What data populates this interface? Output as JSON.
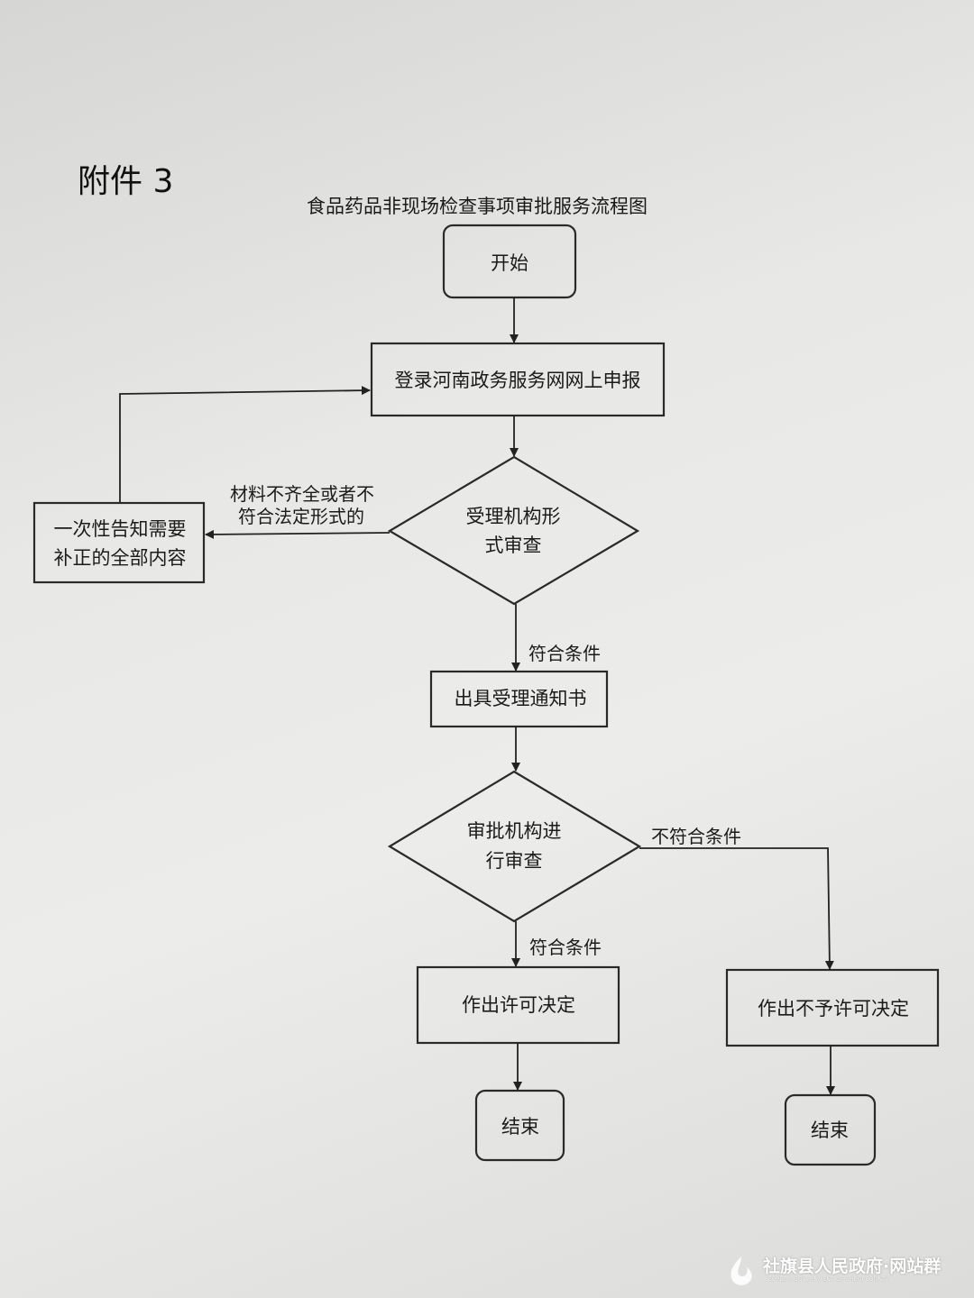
{
  "attachment_label": "附件 3",
  "title": "食品药品非现场检查事项审批服务流程图",
  "nodes": {
    "start": "开始",
    "online_apply": "登录河南政务服务网网上申报",
    "form_review_line1": "受理机构形",
    "form_review_line2": "式审查",
    "notify_line1": "一次性告知需要",
    "notify_line2": "补正的全部内容",
    "acceptance_notice": "出具受理通知书",
    "approval_review_line1": "审批机构进",
    "approval_review_line2": "行审查",
    "permit": "作出许可决定",
    "deny": "作出不予许可决定",
    "end_left": "结束",
    "end_right": "结束"
  },
  "edge_labels": {
    "incomplete_line1": "材料不齐全或者不",
    "incomplete_line2": "符合法定形式的",
    "meets_1": "符合条件",
    "meets_2": "符合条件",
    "not_meets": "不符合条件"
  },
  "watermark": {
    "title": "社旗县人民政府·网站群",
    "subtitle": "PEOPLE'S GOVERNMENT OF SHEQI COUNTY"
  }
}
